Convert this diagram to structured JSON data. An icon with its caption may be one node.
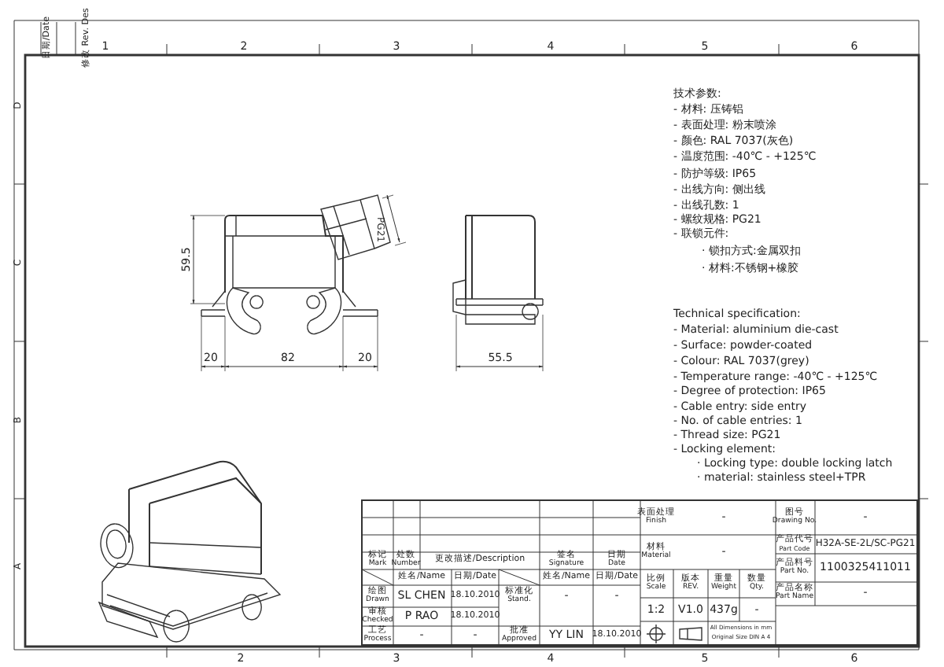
{
  "diagram": {
    "labels": [
      "日期/Date",
      "修改 Rev. Des",
      "1",
      "2",
      "3",
      "4",
      "5",
      "6",
      "D",
      "C",
      "B",
      "A",
      "59.5",
      "PG21",
      "20",
      "82",
      "20",
      "55.5",
      "技术参数:",
      "- 材料: 压铸铝",
      "- 表面处理: 粉末喷涂",
      "- 颜色: RAL 7037(灰色)",
      "- 温度范围: -40℃ - +125℃",
      "- 防护等级: IP65",
      "- 出线方向: 侧出线",
      "- 出线孔数: 1",
      "- 螺纹规格: PG21",
      "- 联锁元件:",
      "· 锁扣方式:金属双扣",
      "· 材料:不锈钢+橡胶",
      "Technical specification:",
      "- Material: aluminium die-cast",
      "- Surface: powder-coated",
      "- Colour: RAL 7037(grey)",
      "- Temperature range: -40℃ - +125℃",
      "- Degree of protection: IP65",
      "- Cable entry: side entry",
      "- No. of cable entries: 1",
      "- Thread size: PG21",
      "- Locking element:",
      "· Locking type: double locking latch",
      "· material: stainless steel+TPR",
      "表面处理 Finish",
      "-",
      "图号 Drawing No.",
      "-",
      "材料 Material",
      "-",
      "产品代号 Part Code",
      "H32A-SE-2L/SC-PG21",
      "标记 Mark",
      "处数 Number",
      "更改描述/Description",
      "签名 Signature",
      "日期 Date",
      "产品料号 Part No.",
      "1100325411011",
      "姓名/Name",
      "日期/Date",
      "姓名/Name",
      "日期/Date",
      "比例 Scale",
      "版本 REV.",
      "重量 Weight",
      "数量 Qty.",
      "绘图 Drawn",
      "SL CHEN",
      "18.10.2010",
      "标准化 Stand.",
      "-",
      "-",
      "产品名称 Part Name",
      "-",
      "审核 Checked",
      "P RAO",
      "18.10.2010",
      "1:2",
      "V1.0",
      "437g",
      "-",
      "工艺 Process",
      "-",
      "-",
      "批准 Approved",
      "YY LIN",
      "18.10.2010",
      "All Dimensions in mm",
      "Original Size DIN A 4",
      "2",
      "3",
      "4",
      "5",
      "6"
    ]
  }
}
